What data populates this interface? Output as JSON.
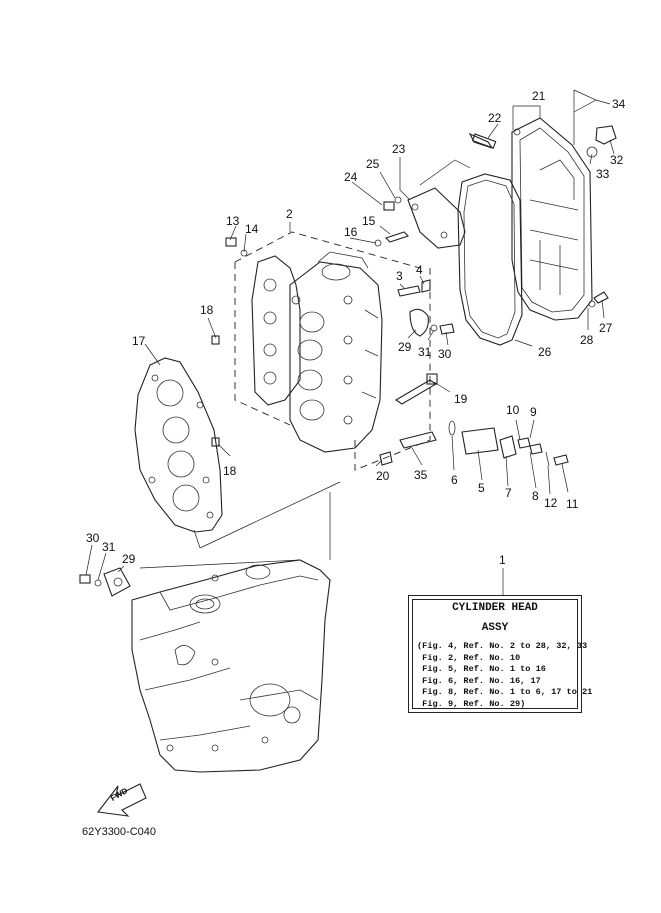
{
  "callouts": [
    {
      "id": "c1",
      "text": "1"
    },
    {
      "id": "c2",
      "text": "2"
    },
    {
      "id": "c3",
      "text": "3"
    },
    {
      "id": "c4",
      "text": "4"
    },
    {
      "id": "c5",
      "text": "5"
    },
    {
      "id": "c6",
      "text": "6"
    },
    {
      "id": "c7",
      "text": "7"
    },
    {
      "id": "c8",
      "text": "8"
    },
    {
      "id": "c9",
      "text": "9"
    },
    {
      "id": "c10",
      "text": "10"
    },
    {
      "id": "c11",
      "text": "11"
    },
    {
      "id": "c12",
      "text": "12"
    },
    {
      "id": "c13",
      "text": "13"
    },
    {
      "id": "c14",
      "text": "14"
    },
    {
      "id": "c15",
      "text": "15"
    },
    {
      "id": "c16",
      "text": "16"
    },
    {
      "id": "c17",
      "text": "17"
    },
    {
      "id": "c18a",
      "text": "18"
    },
    {
      "id": "c18b",
      "text": "18"
    },
    {
      "id": "c19",
      "text": "19"
    },
    {
      "id": "c20",
      "text": "20"
    },
    {
      "id": "c21",
      "text": "21"
    },
    {
      "id": "c22",
      "text": "22"
    },
    {
      "id": "c23",
      "text": "23"
    },
    {
      "id": "c24",
      "text": "24"
    },
    {
      "id": "c25",
      "text": "25"
    },
    {
      "id": "c26",
      "text": "26"
    },
    {
      "id": "c27",
      "text": "27"
    },
    {
      "id": "c28",
      "text": "28"
    },
    {
      "id": "c29a",
      "text": "29"
    },
    {
      "id": "c29b",
      "text": "29"
    },
    {
      "id": "c30a",
      "text": "30"
    },
    {
      "id": "c30b",
      "text": "30"
    },
    {
      "id": "c31a",
      "text": "31"
    },
    {
      "id": "c31b",
      "text": "31"
    },
    {
      "id": "c32",
      "text": "32"
    },
    {
      "id": "c33",
      "text": "33"
    },
    {
      "id": "c34",
      "text": "34"
    },
    {
      "id": "c35",
      "text": "35"
    }
  ],
  "assy": {
    "title": "CYLINDER HEAD",
    "subtitle": "ASSY",
    "notes": [
      "(Fig. 4, Ref. No. 2 to 28, 32, 33",
      " Fig. 2, Ref. No. 10",
      " Fig. 5, Ref. No. 1 to 16",
      " Fig. 6, Ref. No. 16, 17",
      " Fig. 8, Ref. No. 1 to 6, 17 to 21",
      " Fig. 9, Ref. No. 29)"
    ]
  },
  "fwd_label": "FWD",
  "diagram_code": "62Y3300-C040"
}
